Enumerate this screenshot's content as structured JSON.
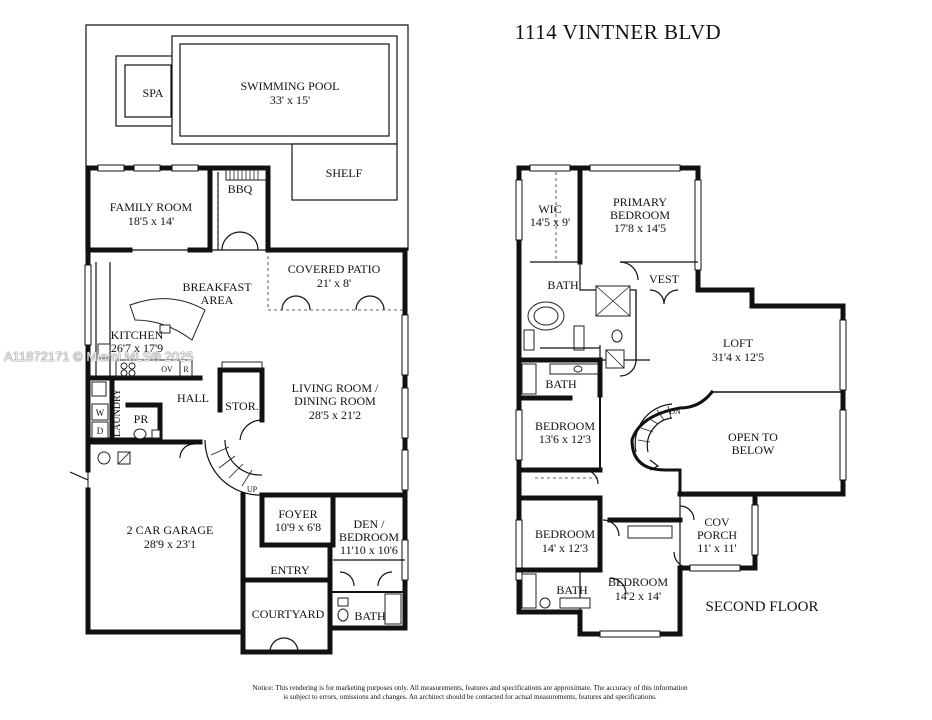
{
  "title": "1114 VINTNER BLVD",
  "first_floor": {
    "rooms": {
      "spa": "SPA",
      "pool_name": "SWIMMING POOL",
      "pool_dim": "33' x 15'",
      "shelf": "SHELF",
      "bbq": "BBQ",
      "family_name": "FAMILY ROOM",
      "family_dim": "18'5 x 14'",
      "breakfast_1": "BREAKFAST",
      "breakfast_2": "AREA",
      "patio_name": "COVERED PATIO",
      "patio_dim": "21' x 8'",
      "kitchen_name": "KITCHEN",
      "kitchen_dim": "26'7 x 17'9",
      "ov": "OV",
      "r": "R",
      "hall": "HALL",
      "stor": "STOR.",
      "pr": "PR",
      "laundry": "LAUNDRY",
      "w": "W",
      "d": "D",
      "living_1": "LIVING ROOM /",
      "living_2": "DINING ROOM",
      "living_dim": "28'5 x 21'2",
      "up": "UP",
      "foyer_name": "FOYER",
      "foyer_dim": "10'9 x 6'8",
      "den_1": "DEN /",
      "den_2": "BEDROOM",
      "den_dim": "11'10 x 10'6",
      "garage_name": "2 CAR GARAGE",
      "garage_dim": "28'9 x 23'1",
      "entry": "ENTRY",
      "courtyard": "COURTYARD",
      "bath": "BATH"
    }
  },
  "second_floor": {
    "label": "SECOND FLOOR",
    "rooms": {
      "wic_name": "WIC",
      "wic_dim": "14'5 x 9'",
      "primary_1": "PRIMARY",
      "primary_2": "BEDROOM",
      "primary_dim": "17'8 x 14'5",
      "bath_primary": "BATH",
      "vest": "VEST",
      "loft_name": "LOFT",
      "loft_dim": "31'4 x 12'5",
      "bath_2": "BATH",
      "bed2_name": "BEDROOM",
      "bed2_dim": "13'6 x 12'3",
      "dn": "DN",
      "open_1": "OPEN TO",
      "open_2": "BELOW",
      "bed3_name": "BEDROOM",
      "bed3_dim": "14' x 12'3",
      "cov_1": "COV",
      "cov_2": "PORCH",
      "cov_dim": "11' x 11'",
      "bath_3": "BATH",
      "bed4_name": "BEDROOM",
      "bed4_dim": "14'2 x 14'"
    }
  },
  "notice": {
    "line1": "Notice: This rendering is for marketing purposes only. All measurements, features and specifications are approximate. The accuracy of this information",
    "line2": "is subject to errors, omissions and changes. An architect should be contacted for actual measurements, features and specifications."
  },
  "watermark": "A11872171 © Miami MLS® 2025"
}
